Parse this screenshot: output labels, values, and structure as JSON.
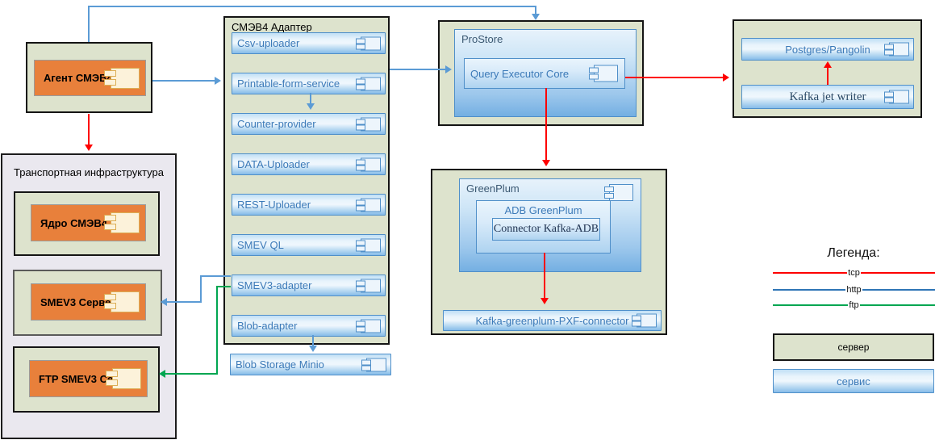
{
  "agent": {
    "label": "Агент СМЭВ4"
  },
  "transport": {
    "title": "Транспортная инфраструктура",
    "nodes": [
      {
        "label": "Ядро СМЭВ4"
      },
      {
        "label": "SMEV3 Сервер"
      },
      {
        "label": "FTP SMEV3 Сервер"
      }
    ]
  },
  "adapter": {
    "title": "СМЭВ4 Адаптер",
    "services": [
      {
        "label": "Csv-uploader"
      },
      {
        "label": "Printable-form-service"
      },
      {
        "label": "Counter-provider"
      },
      {
        "label": "DATA-Uploader"
      },
      {
        "label": "REST-Uploader"
      },
      {
        "label": "SMEV QL"
      },
      {
        "label": "SMEV3-adapter"
      },
      {
        "label": "Blob-adapter"
      }
    ]
  },
  "blob_storage": {
    "label": "Blob Storage Minio"
  },
  "prostore": {
    "title": "ProStore",
    "core_label": "Query Executor Core"
  },
  "greenplum": {
    "title": "GreenPlum",
    "adb_label": "ADB GreenPlum",
    "connector_label": "Connector Kafka-ADB",
    "pxf_label": "Kafka-greenplum-PXF-connector"
  },
  "storage_cluster": {
    "postgres_label": "Postgres/Pangolin",
    "kafka_writer_label": "Kafka jet writer"
  },
  "legend": {
    "title": "Легенда:",
    "protocols": [
      {
        "label": "tcp",
        "color": "#fe0000"
      },
      {
        "label": "http",
        "color": "#2e75b6"
      },
      {
        "label": "ftp",
        "color": "#00a651"
      }
    ],
    "server_label": "сервер",
    "service_label": "сервис"
  },
  "colors": {
    "tcp_line": "#fe0000",
    "http_line": "#5b9bd5",
    "ftp_line": "#00a651",
    "server_fill": "#dde3cd",
    "transport_fill": "#eae8ef",
    "orange_fill": "#e8803b",
    "service_border": "#5b9bd5",
    "service_text": "#3c7ab8"
  }
}
